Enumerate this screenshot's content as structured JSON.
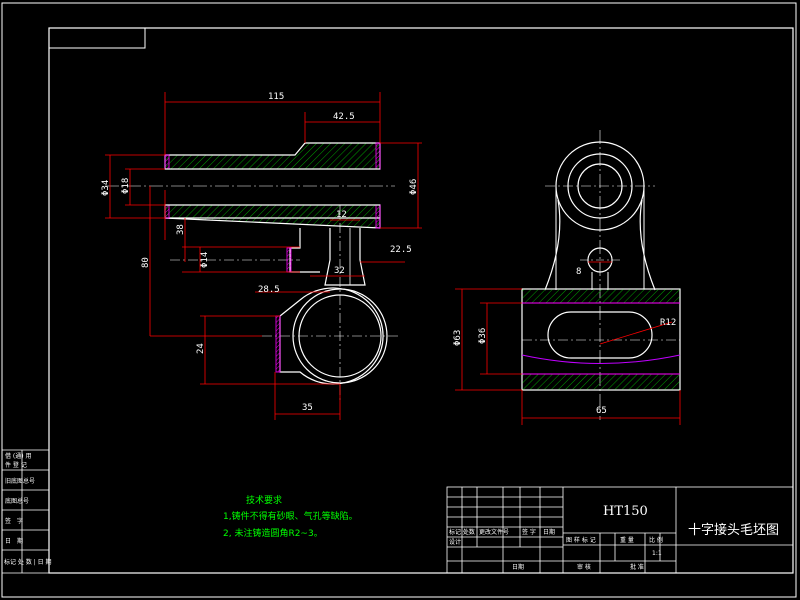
{
  "colors": {
    "background": "#000000",
    "outline": "#ffffff",
    "dimension": "#ff0000",
    "hatch": "#00a000",
    "section_edge": "#ff00ff",
    "note_text": "#00ff00"
  },
  "front_view": {
    "dim_115": "115",
    "dim_42_5": "42.5",
    "dim_phi34": "Φ34",
    "dim_phi18": "Φ18",
    "dim_phi46": "Φ46",
    "dim_38": "38",
    "dim_12": "12",
    "dim_phi14": "Φ14",
    "dim_22_5": "22.5",
    "dim_32": "32",
    "dim_80": "80",
    "dim_28_5": "28.5",
    "dim_24": "24",
    "dim_35": "35"
  },
  "side_view": {
    "dim_8": "8",
    "dim_r12": "R12",
    "dim_phi63": "Φ63",
    "dim_phi36": "Φ36",
    "dim_65": "65"
  },
  "notes": {
    "heading": "技术要求",
    "line1": "1,铸件不得有砂眼、气孔等缺陷。",
    "line2": "2, 未注铸造圆角R2~3。"
  },
  "side_block": {
    "row1a": "借 (通) 用",
    "row1b": "件 登 记",
    "row2": "旧底图总号",
    "row3": "底图总号",
    "row4": "签　字",
    "row5": "日　期",
    "row6": "标记 处 数 | 日 期"
  },
  "title_block": {
    "material": "HT150",
    "drawing_title": "十字接头毛坯图",
    "design": "设计",
    "mark_label": "标记 处数",
    "change_doc": "更改文件号",
    "signature": "签 字",
    "date": "日期",
    "stage_mark": "图 样 标 记",
    "weight": "重 量",
    "scale": "比 例",
    "scale_value": "1:1",
    "review": "审 核",
    "approve": "批 准",
    "date2": "日期"
  }
}
